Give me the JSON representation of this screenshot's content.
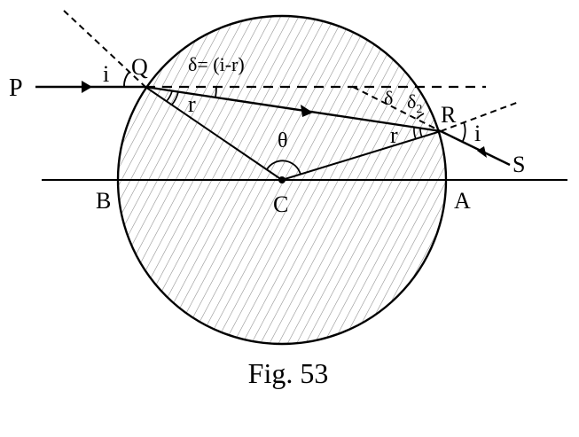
{
  "figure": {
    "caption": "Fig. 53",
    "points": {
      "P": "P",
      "Q": "Q",
      "R": "R",
      "S": "S",
      "A": "A",
      "B": "B",
      "C": "C"
    },
    "angles": {
      "incidence_left": "i",
      "refraction_left": "r",
      "deviation_expr": "δ= (i-r)",
      "theta": "θ",
      "refraction_right": "r",
      "delta_right": "δ",
      "delta2": "δ",
      "delta2_subscript": "2",
      "incidence_right": "i"
    }
  }
}
